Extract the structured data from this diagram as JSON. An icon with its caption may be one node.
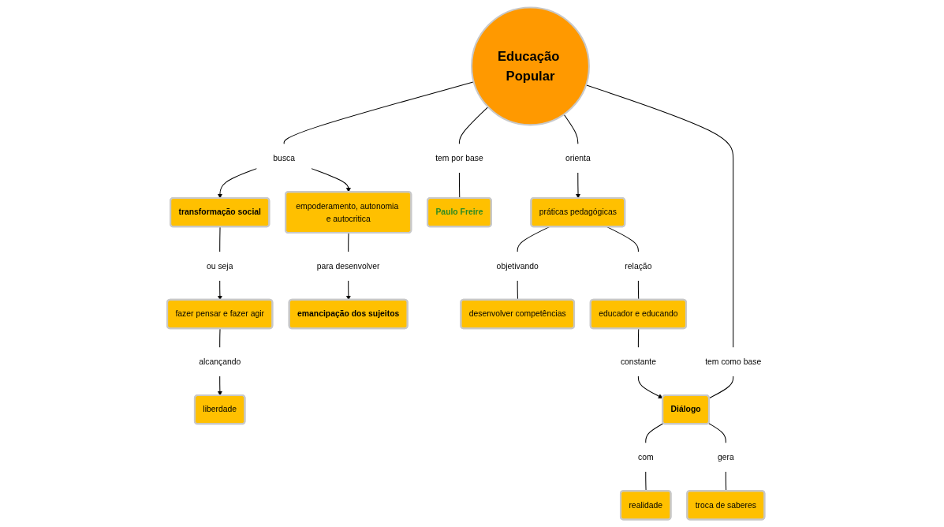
{
  "diagram": {
    "nodes": [
      {
        "text": [
          "fazer pensar e fazer agir"
        ]
      },
      {
        "text": [
          "alcançando"
        ]
      },
      {
        "text": [
          "liberdade"
        ]
      },
      {
        "text": [
          "ou seja"
        ]
      },
      {
        "text": [
          "transformação social"
        ]
      },
      {
        "text": [
          "busca"
        ]
      },
      {
        "text": [
          "empoderamento, autonomia e autocritica"
        ]
      },
      {
        "text": [
          "para desenvolver"
        ]
      },
      {
        "text": [
          "emancipação dos sujeitos"
        ]
      },
      {
        "text": [
          "tem por base"
        ]
      },
      {
        "text": [
          "Educação Popular"
        ]
      },
      {
        "text": [
          "orienta"
        ]
      },
      {
        "text": [
          "práticas pedagógicas"
        ]
      },
      {
        "text": [
          "objetivando"
        ]
      },
      {
        "text": [
          "Paulo Freire"
        ]
      },
      {
        "text": [
          "relação"
        ]
      },
      {
        "text": [
          "desenvolver competências"
        ]
      },
      {
        "text": [
          "tem como base"
        ]
      },
      {
        "text": [
          "Diálogo"
        ]
      },
      {
        "text": [
          "constante"
        ]
      },
      {
        "text": [
          "educador e educando"
        ]
      },
      {
        "text": [
          "com"
        ]
      },
      {
        "text": [
          "gera"
        ]
      },
      {
        "text": [
          "realidade"
        ]
      },
      {
        "text": [
          "troca de saberes"
        ]
      }
    ],
    "edges": [
      {
        "from": 0,
        "to": 1,
        "arrow": "none"
      },
      {
        "from": 1,
        "to": 2,
        "arrow": "to"
      },
      {
        "from": 4,
        "to": 3,
        "arrow": "none"
      },
      {
        "from": 3,
        "to": 0,
        "arrow": "to"
      },
      {
        "from": 10,
        "to": 5,
        "arrow": "none"
      },
      {
        "from": 5,
        "to": 4,
        "arrow": "to"
      },
      {
        "from": 5,
        "to": 6,
        "arrow": "to"
      },
      {
        "from": 6,
        "to": 7,
        "arrow": "none"
      },
      {
        "from": 7,
        "to": 8,
        "arrow": "to"
      },
      {
        "from": 10,
        "to": 9,
        "arrow": "none"
      },
      {
        "from": 9,
        "to": 14,
        "arrow": "none"
      },
      {
        "from": 10,
        "to": 11,
        "arrow": "none"
      },
      {
        "from": 11,
        "to": 12,
        "arrow": "to"
      },
      {
        "from": 12,
        "to": 13,
        "arrow": "none"
      },
      {
        "from": 13,
        "to": 16,
        "arrow": "none"
      },
      {
        "from": 12,
        "to": 15,
        "arrow": "none"
      },
      {
        "from": 15,
        "to": 20,
        "arrow": "none"
      },
      {
        "from": 10,
        "to": 17,
        "arrow": "none"
      },
      {
        "from": 17,
        "to": 18,
        "arrow": "none"
      },
      {
        "from": 20,
        "to": 19,
        "arrow": "none"
      },
      {
        "from": 19,
        "to": 18,
        "arrow": "to"
      },
      {
        "from": 18,
        "to": 21,
        "arrow": "none"
      },
      {
        "from": 21,
        "to": 23,
        "arrow": "none"
      },
      {
        "from": 18,
        "to": 22,
        "arrow": "none"
      },
      {
        "from": 22,
        "to": 24,
        "arrow": "none"
      }
    ]
  }
}
